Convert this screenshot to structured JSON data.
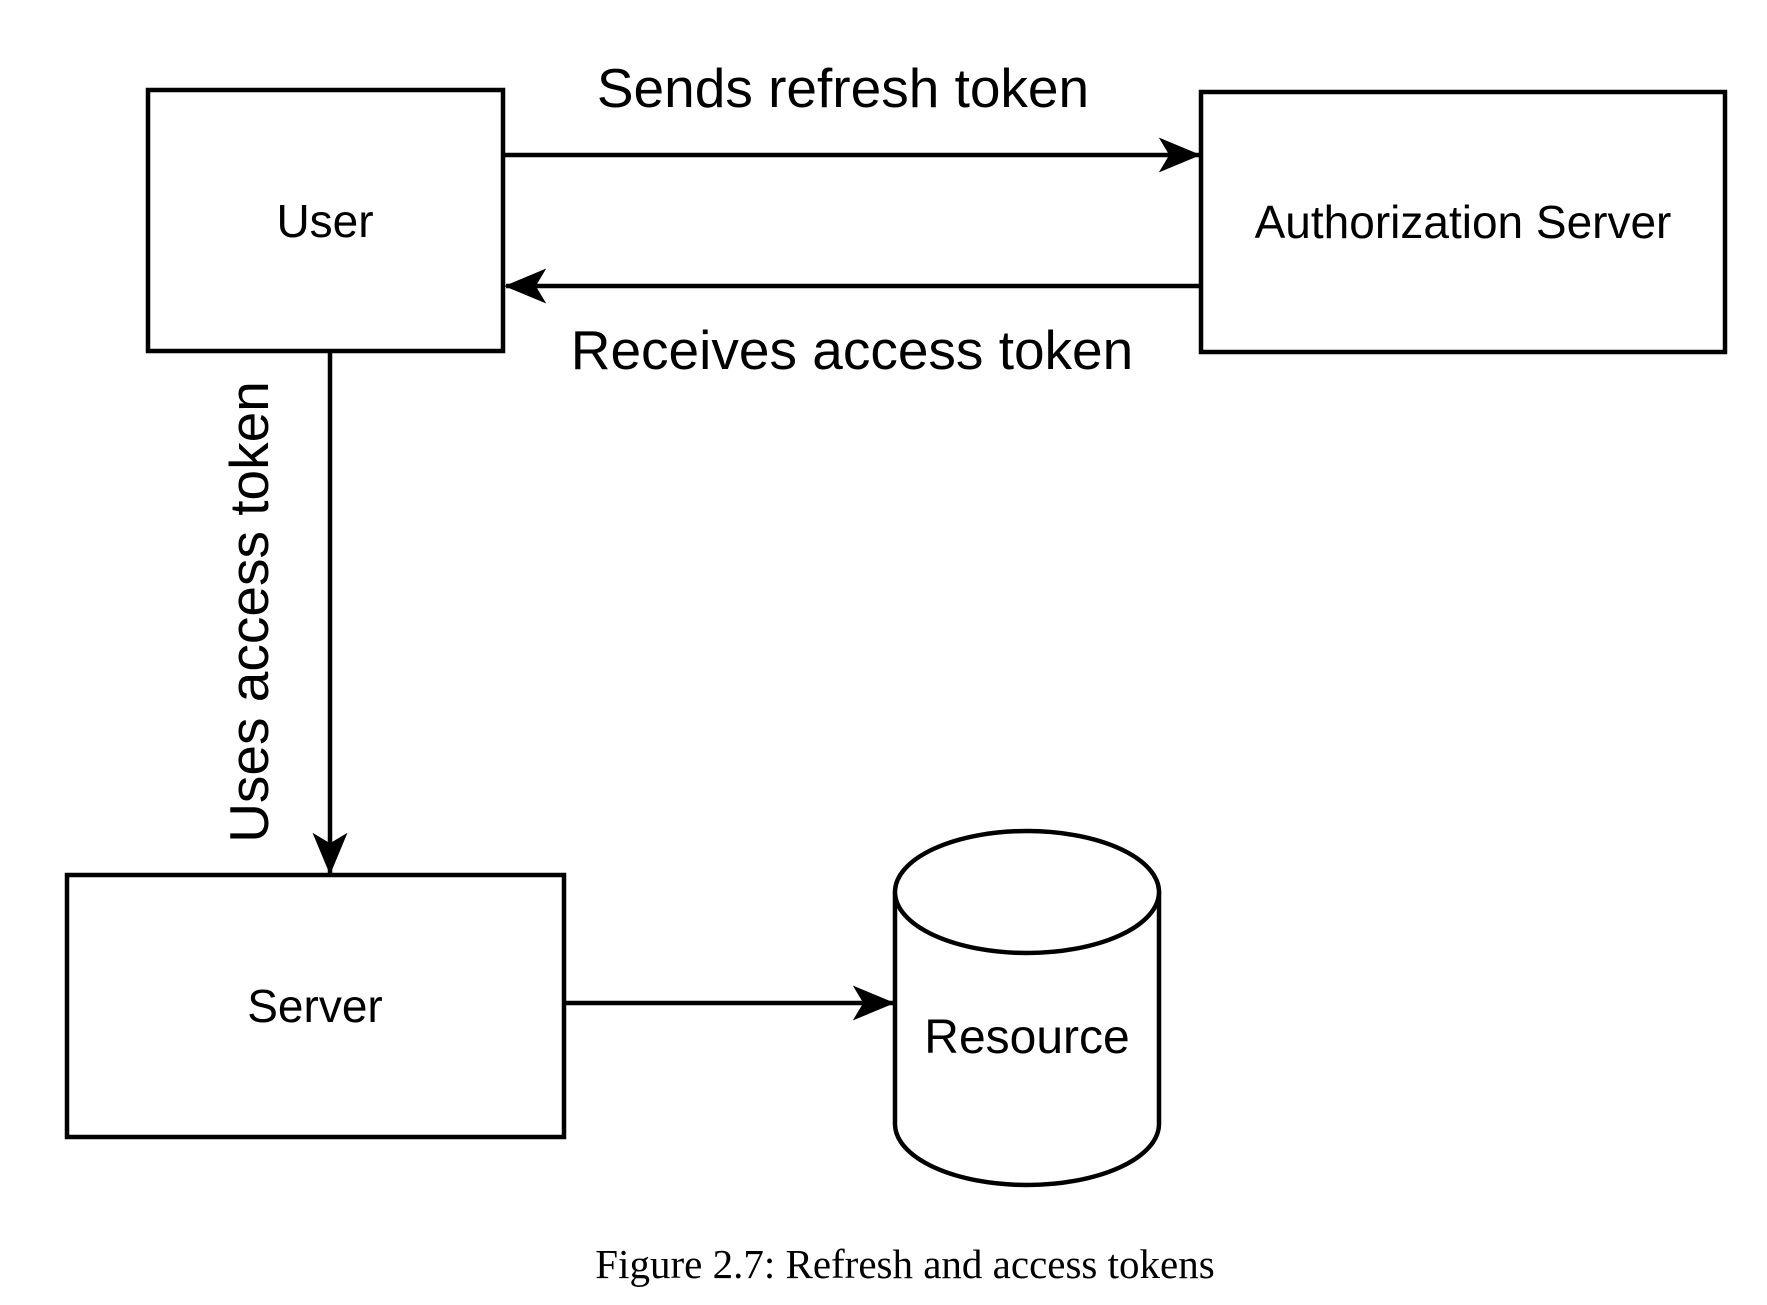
{
  "figure": {
    "caption": "Figure 2.7: Refresh and access tokens"
  },
  "diagram": {
    "type": "flow-diagram",
    "background": "#ffffff",
    "stroke_color": "#000000",
    "text_color": "#000000",
    "nodes": {
      "user": {
        "label": "User",
        "shape": "rectangle"
      },
      "auth_server": {
        "label": "Authorization Server",
        "shape": "rectangle"
      },
      "server": {
        "label": "Server",
        "shape": "rectangle"
      },
      "resource": {
        "label": "Resource",
        "shape": "cylinder"
      }
    },
    "edges": [
      {
        "from": "user",
        "to": "auth_server",
        "label": "Sends refresh token",
        "direction": "right"
      },
      {
        "from": "auth_server",
        "to": "user",
        "label": "Receives access token",
        "direction": "left"
      },
      {
        "from": "user",
        "to": "server",
        "label": "Uses access token",
        "direction": "down"
      },
      {
        "from": "server",
        "to": "resource",
        "label": "",
        "direction": "right"
      }
    ]
  }
}
